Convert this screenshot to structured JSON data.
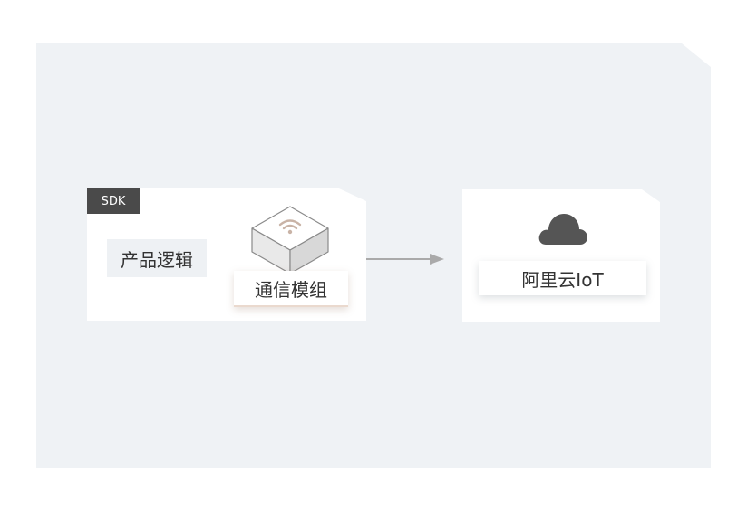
{
  "device": {
    "sdk_label": "SDK",
    "logic_label": "产品逻辑",
    "module_label": "通信模组"
  },
  "cloud": {
    "label": "阿里云IoT"
  },
  "icons": {
    "module": "wifi-module-icon",
    "cloud": "cloud-icon",
    "arrow": "arrow-right-icon"
  },
  "colors": {
    "background": "#eff2f5",
    "card": "#ffffff",
    "sdk_tag": "#4a4a4a",
    "arrow": "#aaaaaa",
    "cloud": "#555555",
    "wifi": "#c9b3a6"
  }
}
